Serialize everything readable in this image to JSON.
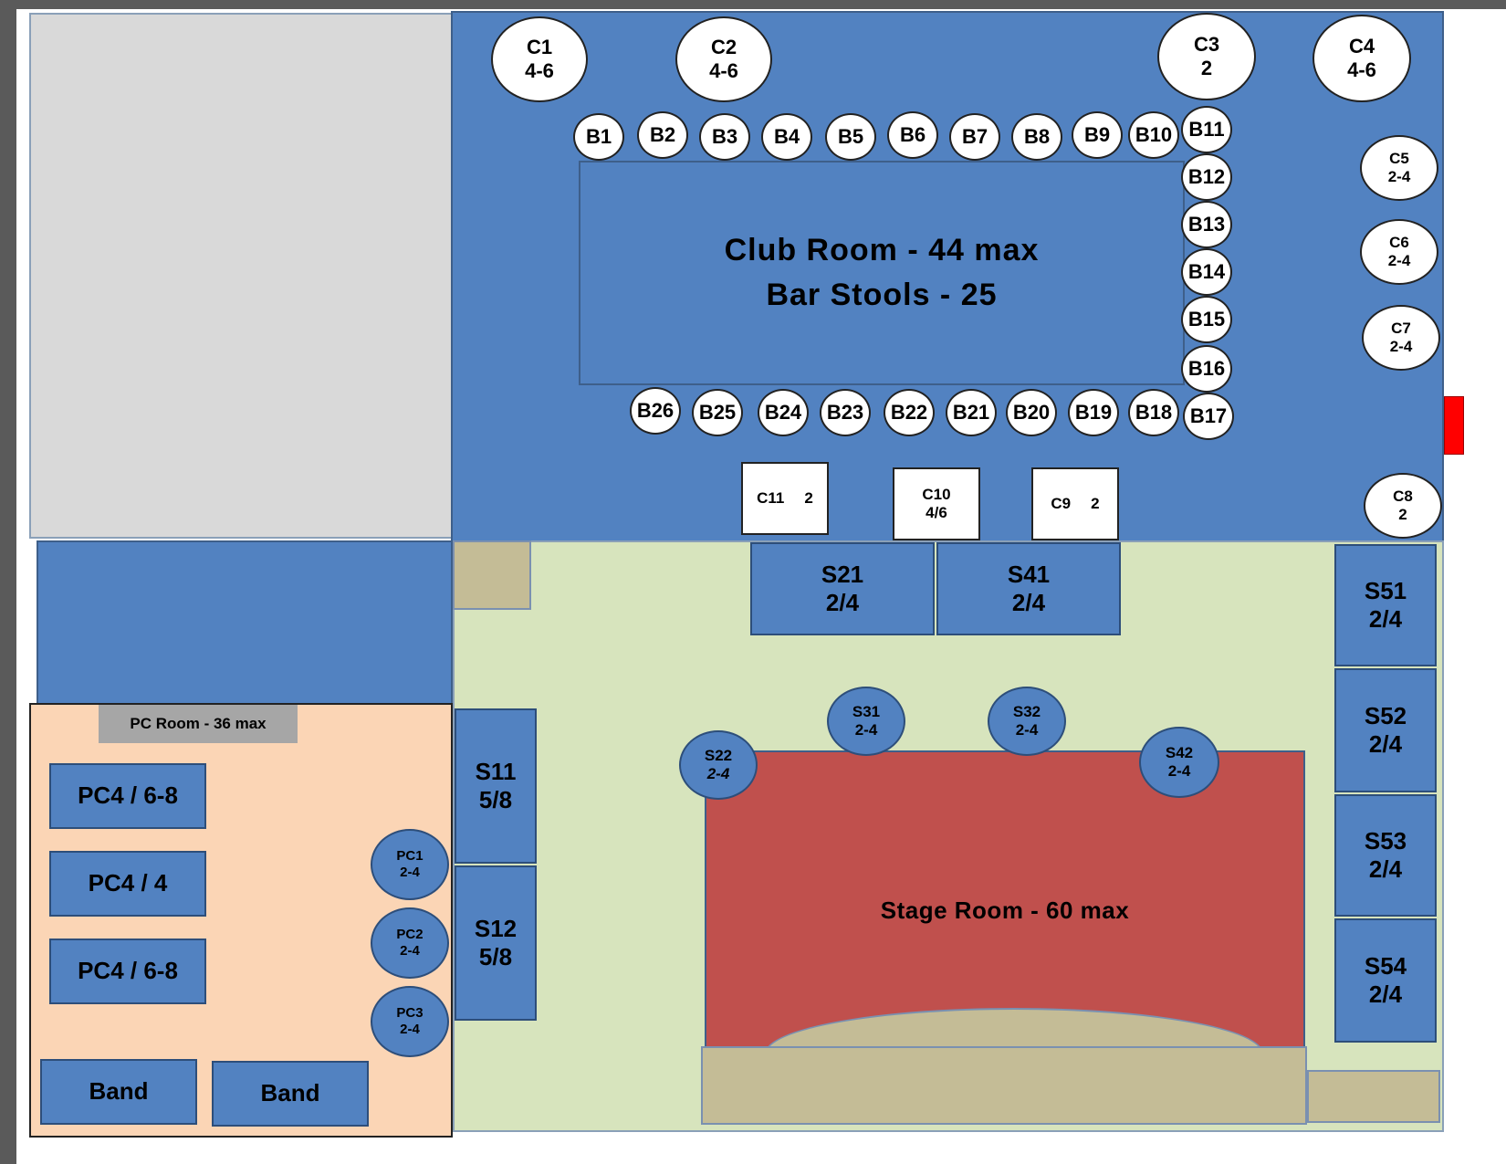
{
  "club_room": {
    "title": "Club Room - 44 max",
    "subtitle": "Bar Stools - 25"
  },
  "stage_room": {
    "title": "Stage Room - 60 max"
  },
  "pc_room": {
    "title": "PC Room - 36 max"
  },
  "club_tables": [
    {
      "id": "C1",
      "seats": "4-6"
    },
    {
      "id": "C2",
      "seats": "4-6"
    },
    {
      "id": "C3",
      "seats": "2"
    },
    {
      "id": "C4",
      "seats": "4-6"
    },
    {
      "id": "C5",
      "seats": "2-4"
    },
    {
      "id": "C6",
      "seats": "2-4"
    },
    {
      "id": "C7",
      "seats": "2-4"
    },
    {
      "id": "C8",
      "seats": "2"
    },
    {
      "id": "C9",
      "seats": "2"
    },
    {
      "id": "C10",
      "seats": "4/6"
    },
    {
      "id": "C11",
      "seats": "2"
    }
  ],
  "bar_stools": [
    "B1",
    "B2",
    "B3",
    "B4",
    "B5",
    "B6",
    "B7",
    "B8",
    "B9",
    "B10",
    "B11",
    "B12",
    "B13",
    "B14",
    "B15",
    "B16",
    "B17",
    "B18",
    "B19",
    "B20",
    "B21",
    "B22",
    "B23",
    "B24",
    "B25",
    "B26"
  ],
  "stage_tables": [
    {
      "id": "S21",
      "seats": "2/4"
    },
    {
      "id": "S41",
      "seats": "2/4"
    },
    {
      "id": "S51",
      "seats": "2/4"
    },
    {
      "id": "S52",
      "seats": "2/4"
    },
    {
      "id": "S53",
      "seats": "2/4"
    },
    {
      "id": "S54",
      "seats": "2/4"
    },
    {
      "id": "S11",
      "seats": "5/8"
    },
    {
      "id": "S12",
      "seats": "5/8"
    },
    {
      "id": "S31",
      "seats": "2-4"
    },
    {
      "id": "S32",
      "seats": "2-4"
    },
    {
      "id": "S22",
      "seats": "2-4"
    },
    {
      "id": "S42",
      "seats": "2-4"
    }
  ],
  "pc_tables": [
    {
      "label": "PC4 / 6-8"
    },
    {
      "label": "PC4 / 4"
    },
    {
      "label": "PC4 / 6-8"
    },
    {
      "id": "PC1",
      "seats": "2-4"
    },
    {
      "id": "PC2",
      "seats": "2-4"
    },
    {
      "id": "PC3",
      "seats": "2-4"
    }
  ],
  "band": [
    "Band",
    "Band"
  ],
  "colors": {
    "club_blue": "#5282c1",
    "unused_grey": "#d9d9d9",
    "stage_green": "#d7e4bd",
    "stage_red": "#c0504d",
    "pc_peach": "#fbd5b5",
    "platform_tan": "#c4bc96",
    "exit_red": "#ff0000"
  }
}
